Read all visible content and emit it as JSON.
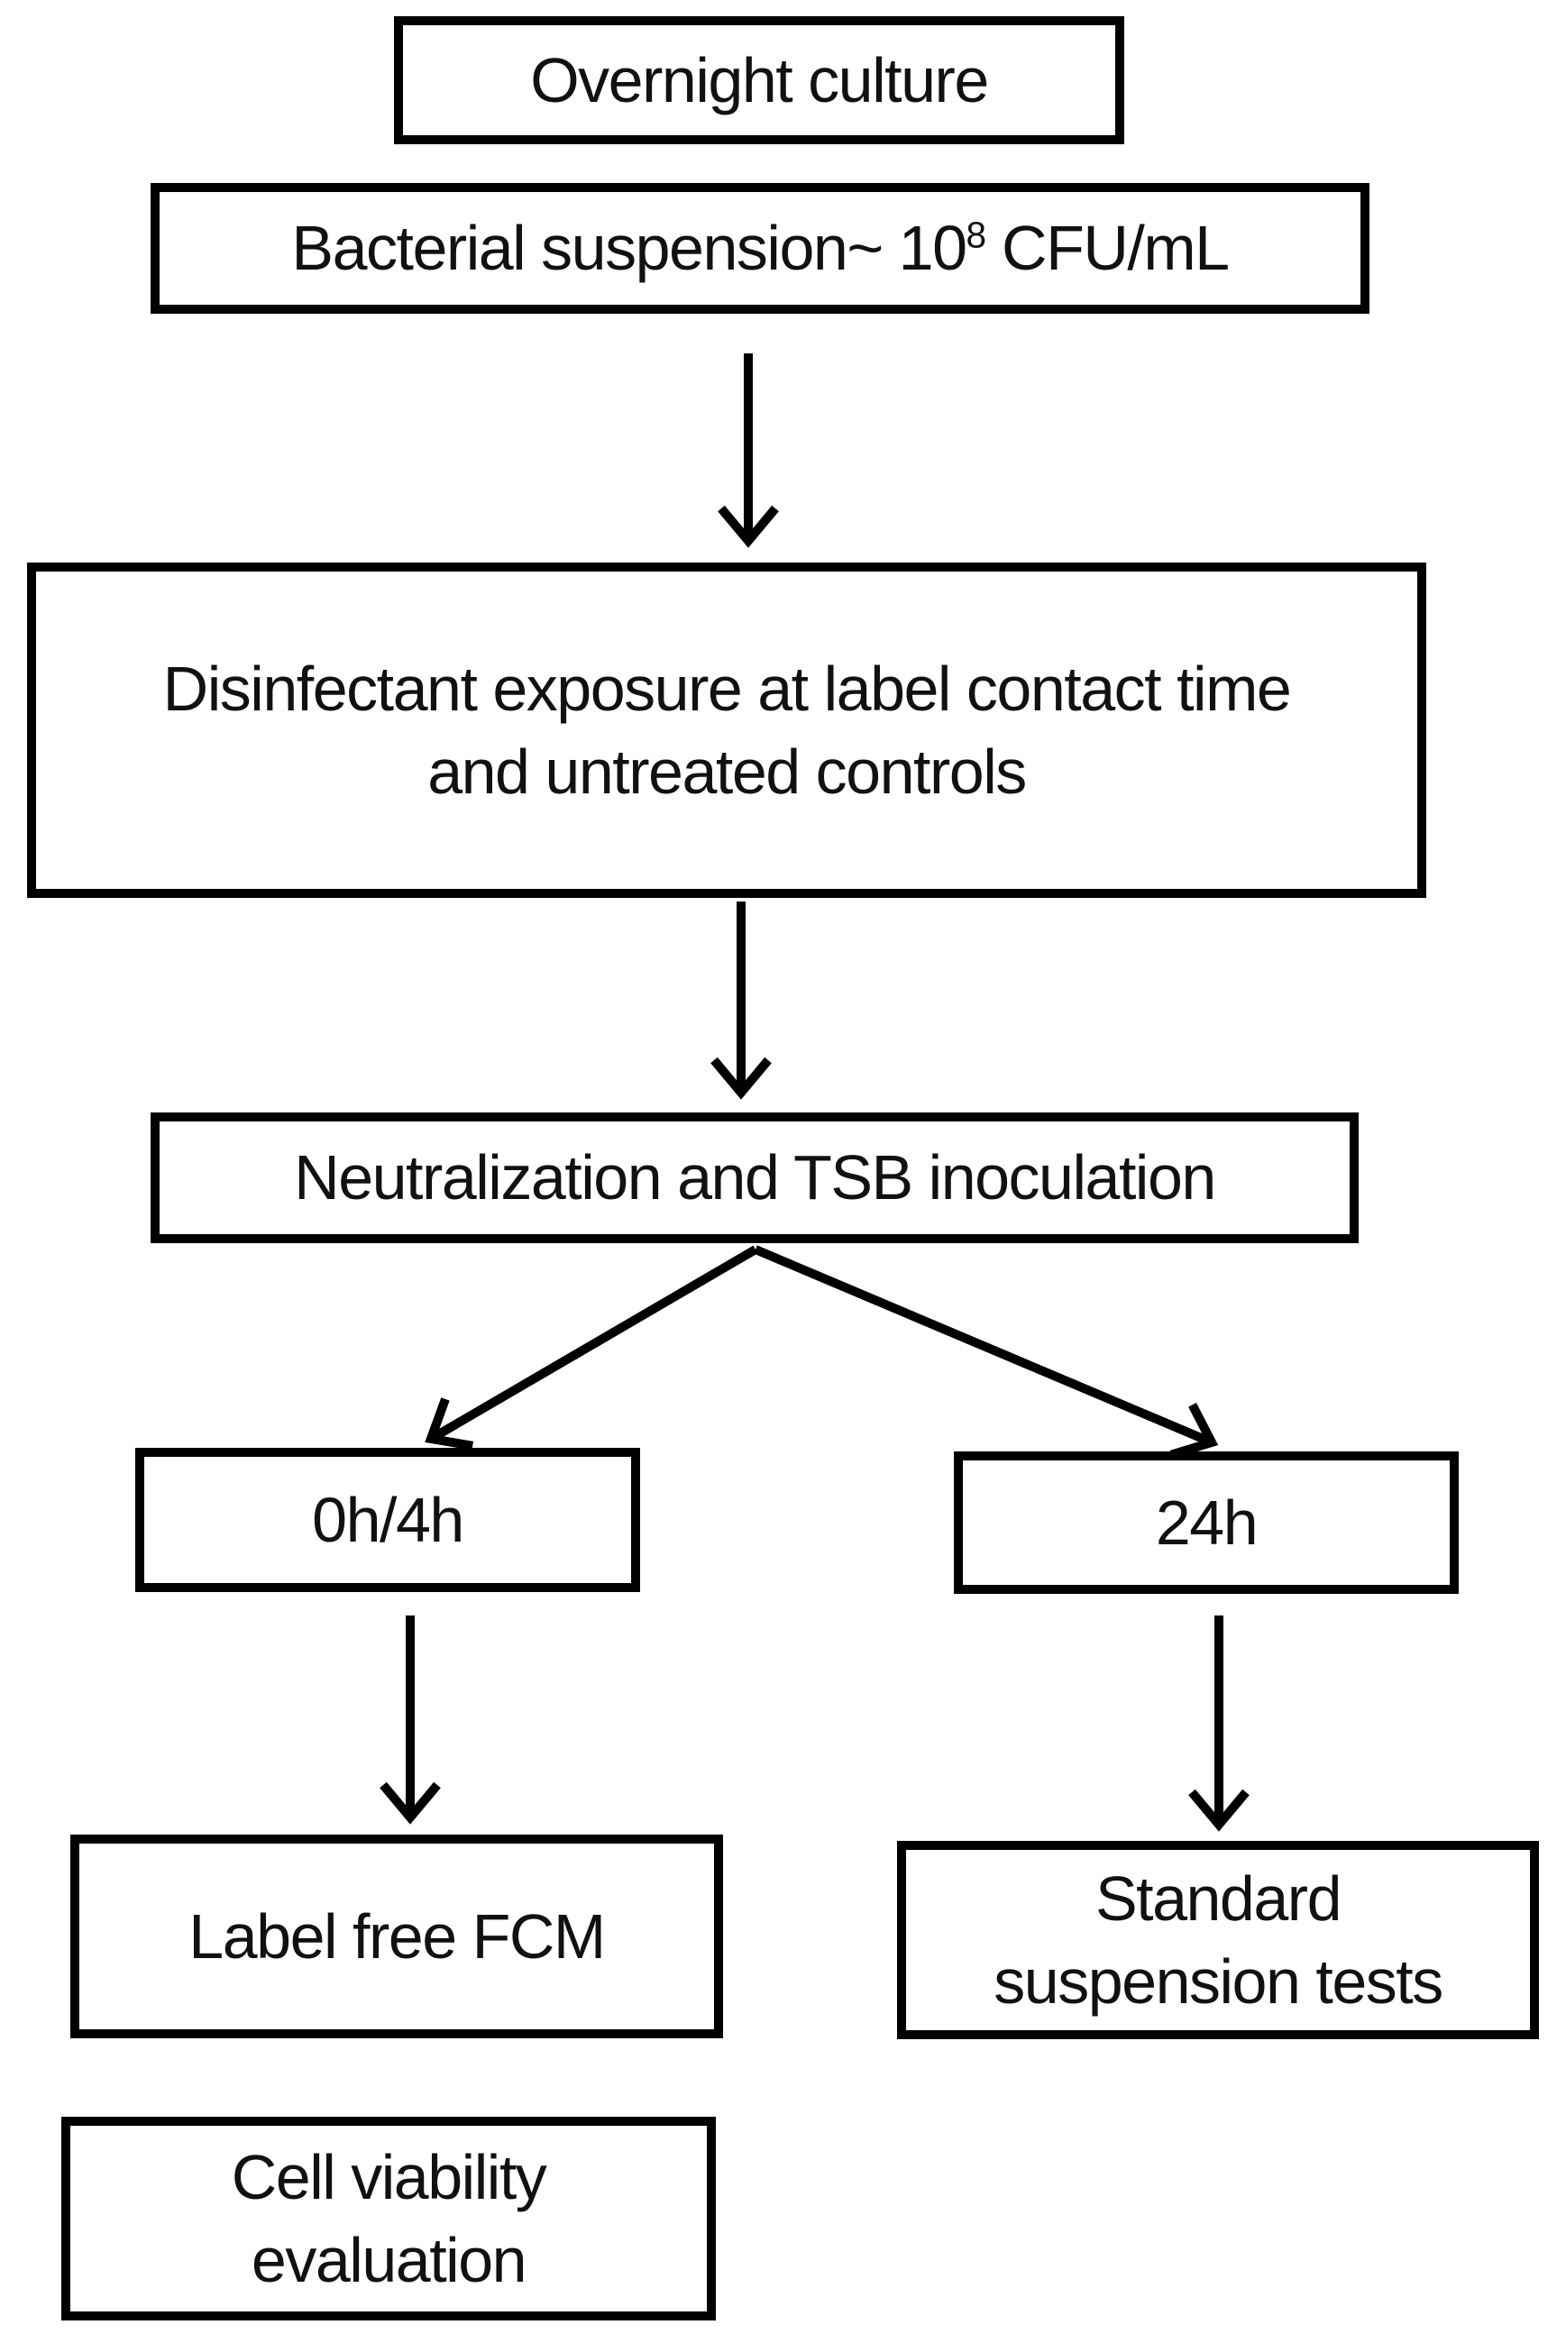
{
  "colors": {
    "background": "#ffffff",
    "line": "#000000",
    "text": "#111111"
  },
  "nodes": {
    "overnight_culture": {
      "label": "Overnight culture"
    },
    "bacterial_suspension": {
      "label_before_sup": "Bacterial suspension~ 10",
      "sup": "8",
      "label_after_sup": " CFU/mL"
    },
    "disinfectant_exposure": {
      "line1": "Disinfectant exposure at label contact time",
      "line2": "and untreated controls"
    },
    "neutralization": {
      "label": "Neutralization and TSB inoculation"
    },
    "timepoint_0h_4h": {
      "label": "0h/4h"
    },
    "timepoint_24h": {
      "label": "24h"
    },
    "label_free_fcm": {
      "label": "Label free FCM"
    },
    "standard_suspension_tests": {
      "line1": "Standard",
      "line2": "suspension tests"
    },
    "cell_viability_evaluation": {
      "line1": "Cell viability",
      "line2": "evaluation"
    }
  },
  "edges": [
    {
      "from": "bacterial_suspension",
      "to": "disinfectant_exposure",
      "style": "vertical-arrow"
    },
    {
      "from": "disinfectant_exposure",
      "to": "neutralization",
      "style": "vertical-arrow"
    },
    {
      "from": "neutralization",
      "to": "timepoint_0h_4h",
      "style": "diagonal-arrow"
    },
    {
      "from": "neutralization",
      "to": "timepoint_24h",
      "style": "diagonal-arrow"
    },
    {
      "from": "timepoint_0h_4h",
      "to": "label_free_fcm",
      "style": "vertical-arrow"
    },
    {
      "from": "timepoint_24h",
      "to": "standard_suspension_tests",
      "style": "vertical-arrow"
    }
  ]
}
